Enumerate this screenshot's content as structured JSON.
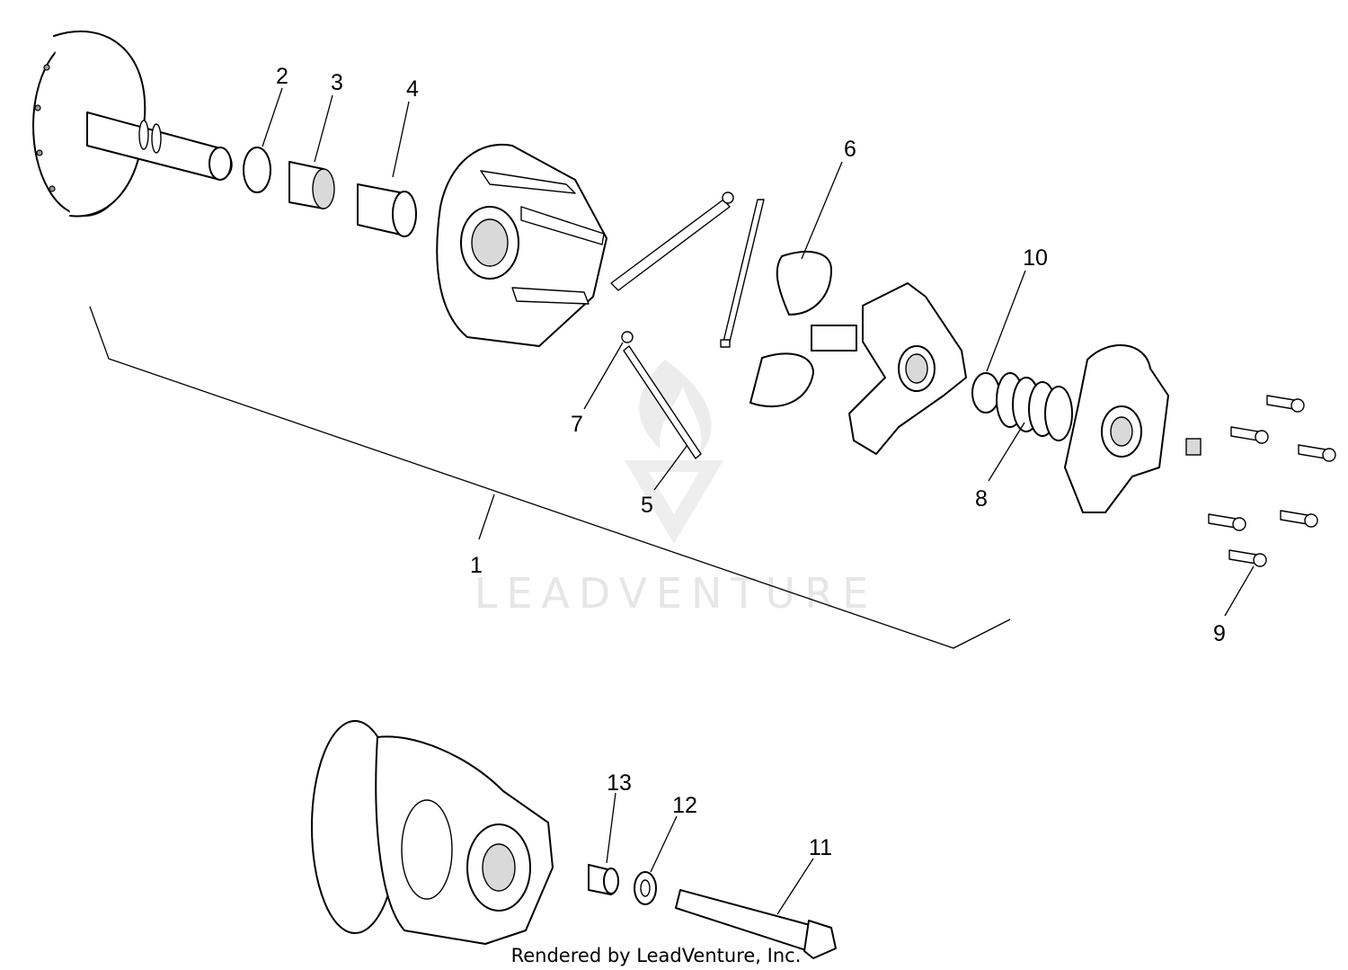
{
  "callouts": [
    {
      "id": "1",
      "label": "1"
    },
    {
      "id": "2",
      "label": "2"
    },
    {
      "id": "3",
      "label": "3"
    },
    {
      "id": "4",
      "label": "4"
    },
    {
      "id": "5",
      "label": "5"
    },
    {
      "id": "6",
      "label": "6"
    },
    {
      "id": "7",
      "label": "7"
    },
    {
      "id": "8",
      "label": "8"
    },
    {
      "id": "9",
      "label": "9"
    },
    {
      "id": "10",
      "label": "10"
    },
    {
      "id": "11",
      "label": "11"
    },
    {
      "id": "12",
      "label": "12"
    },
    {
      "id": "13",
      "label": "13"
    }
  ],
  "watermark": {
    "text": "LEADVENTURE"
  },
  "footer": {
    "text": "Rendered by LeadVenture, Inc."
  }
}
